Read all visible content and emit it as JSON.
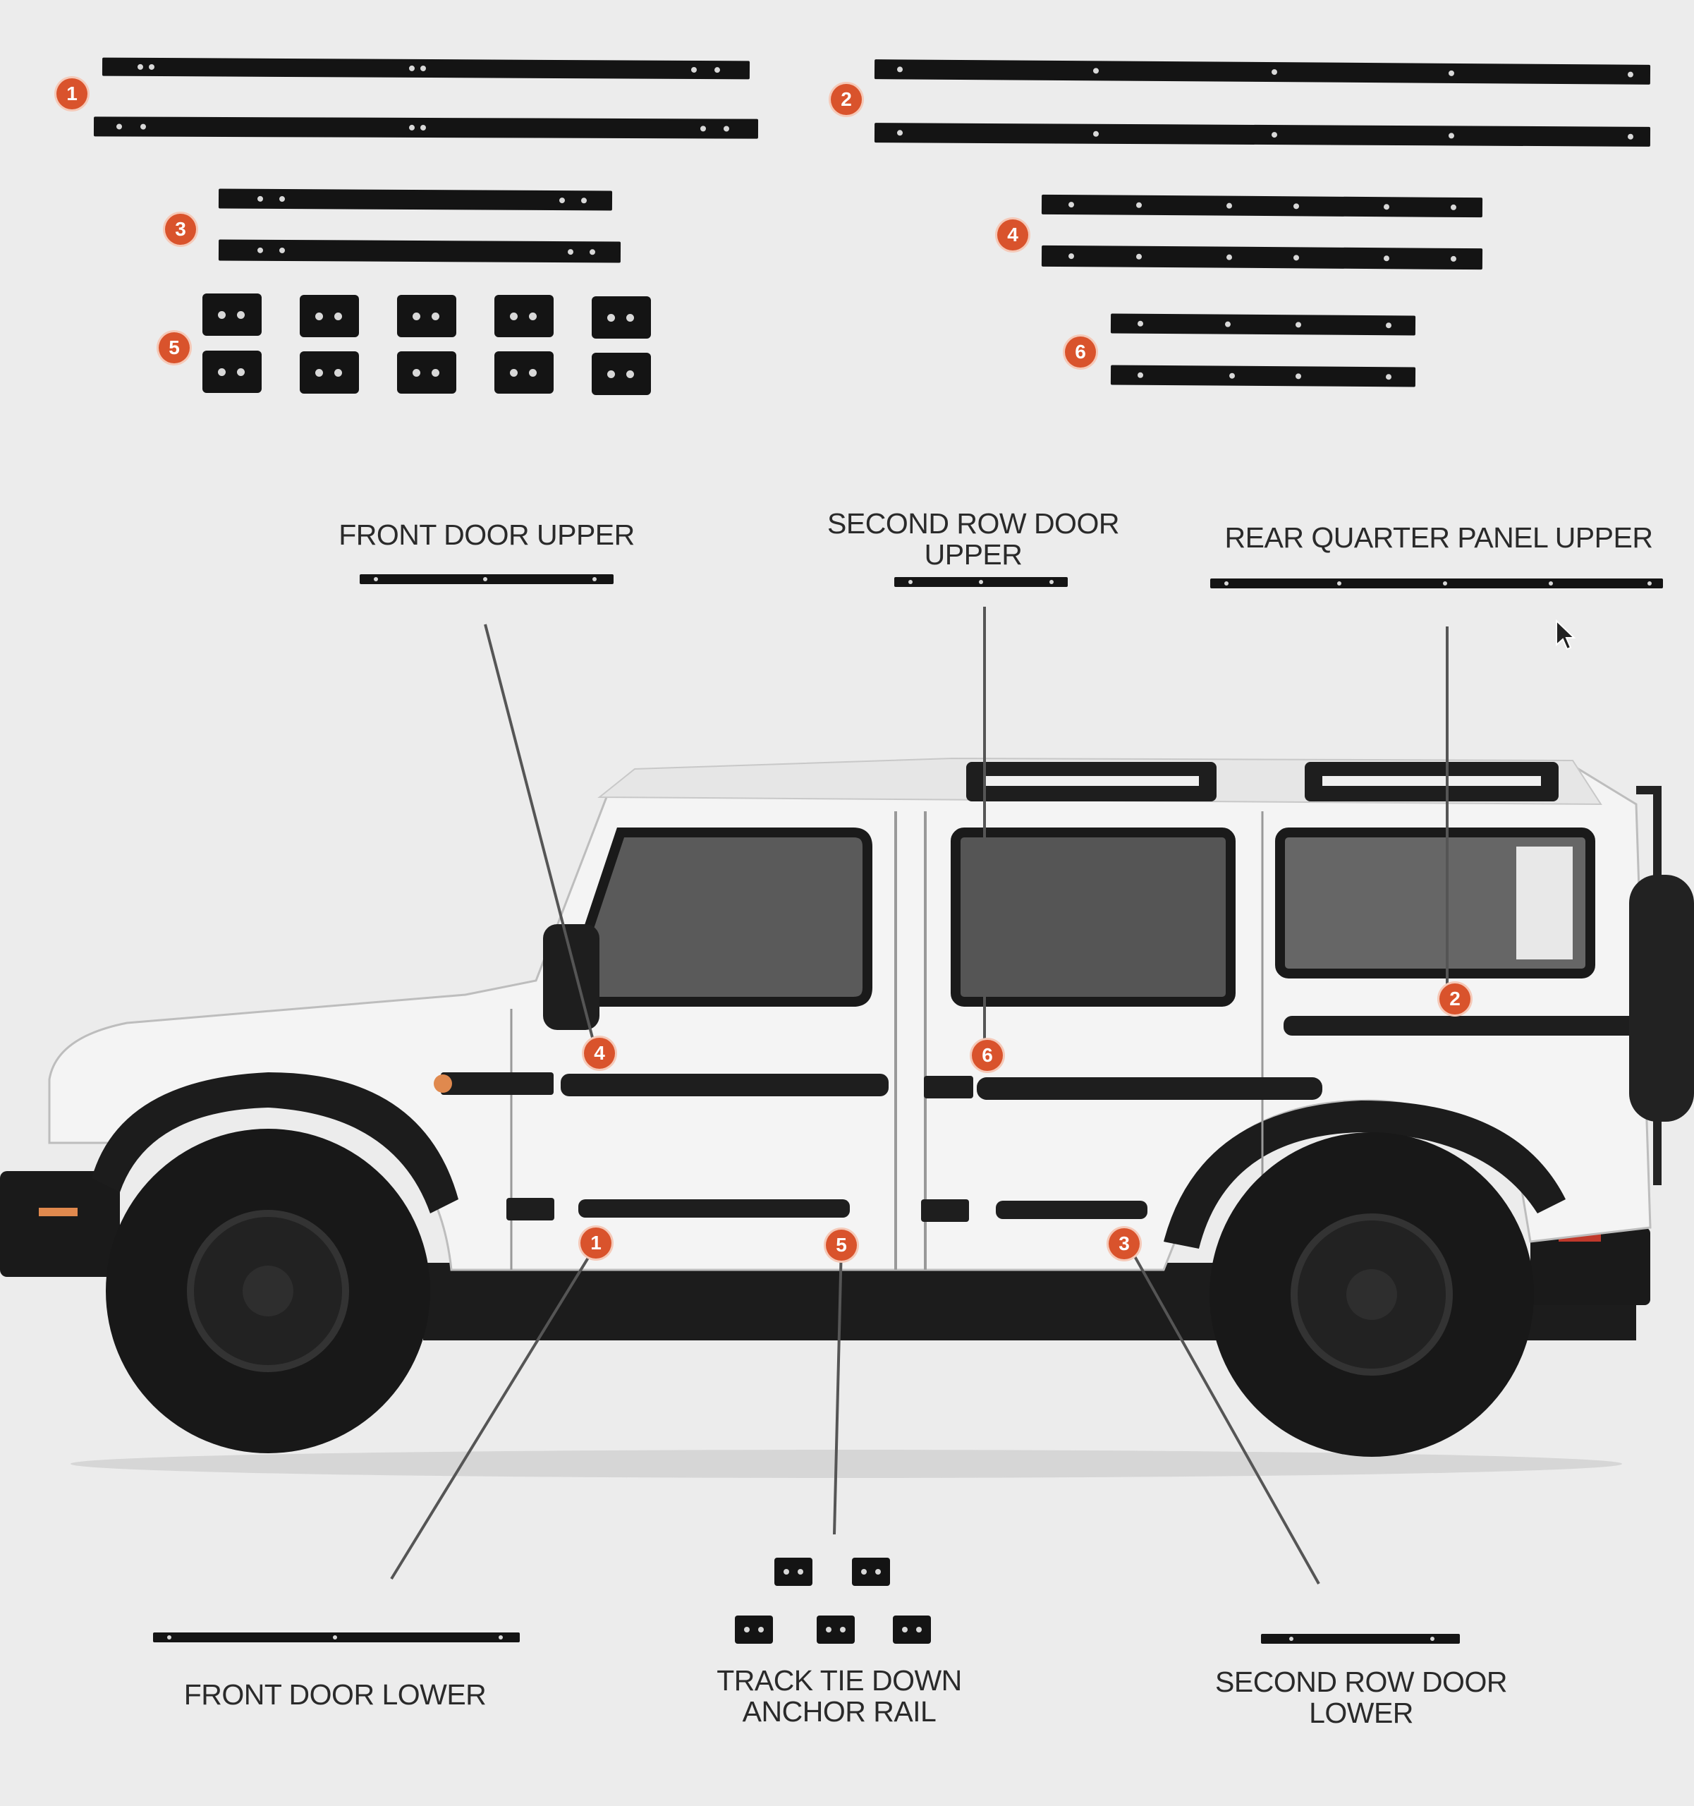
{
  "callouts": {
    "b1": "1",
    "b2": "2",
    "b3": "3",
    "b4": "4",
    "b5": "5",
    "b6": "6"
  },
  "labels": {
    "front_door_upper": "FRONT DOOR UPPER",
    "second_row_door_upper": "SECOND ROW DOOR\nUPPER",
    "rear_quarter_panel_upper": "REAR QUARTER PANEL UPPER",
    "front_door_lower": "FRONT DOOR LOWER",
    "track_tie_down_anchor_rail": "TRACK TIE DOWN\nANCHOR RAIL",
    "second_row_door_lower": "SECOND ROW DOOR\nLOWER"
  },
  "colors": {
    "background": "#ececec",
    "part": "#141414",
    "callout": "#d9532c",
    "vehicle_body": "#f4f4f4",
    "tire": "#181818"
  },
  "icons": {
    "pointer": "mouse-cursor-icon"
  }
}
